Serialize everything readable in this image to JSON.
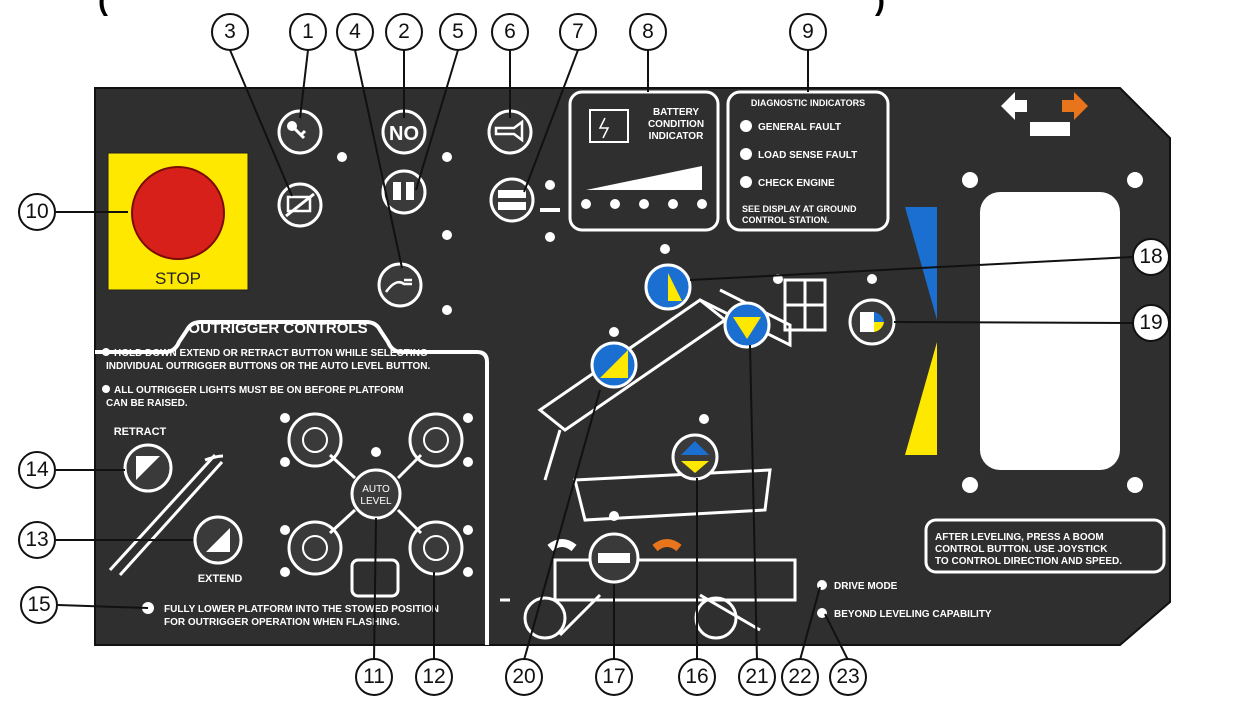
{
  "panel": {
    "title_fragments": {
      "left": "(",
      "right": ")"
    },
    "battery": {
      "line1": "BATTERY",
      "line2": "CONDITION",
      "line3": "INDICATOR"
    },
    "diagnostics": {
      "title": "DIAGNOSTIC INDICATORS",
      "items": [
        "GENERAL FAULT",
        "LOAD SENSE FAULT",
        "CHECK ENGINE"
      ],
      "note_line1": "SEE DISPLAY AT GROUND",
      "note_line2": "CONTROL STATION."
    },
    "stop_label": "STOP",
    "outrigger": {
      "title": "OUTRIGGER CONTROLS",
      "note1_line1": "HOLD DOWN EXTEND OR RETRACT BUTTON WHILE SELECTING",
      "note1_line2": "INDIVIDUAL OUTRIGGER BUTTONS OR THE AUTO LEVEL BUTTON.",
      "note2_line1": "ALL OUTRIGGER LIGHTS MUST BE ON BEFORE PLATFORM",
      "note2_line2": "CAN BE RAISED.",
      "retract": "RETRACT",
      "extend": "EXTEND",
      "auto_level_line1": "AUTO",
      "auto_level_line2": "LEVEL",
      "stow_line1": "FULLY LOWER PLATFORM INTO THE STOWED POSITION",
      "stow_line2": "FOR OUTRIGGER OPERATION WHEN FLASHING."
    },
    "after_leveling": {
      "line1": "AFTER LEVELING, PRESS A BOOM",
      "line2": "CONTROL BUTTON. USE JOYSTICK",
      "line3": "TO CONTROL DIRECTION AND SPEED."
    },
    "drive_mode": "DRIVE MODE",
    "beyond_leveling": "BEYOND LEVELING CAPABILITY",
    "colors": {
      "panel": "#2f2f2f",
      "yellow": "#ffe800",
      "blue": "#1a6fd1",
      "orange": "#e8741c",
      "stop_red": "#d8201a",
      "white": "#ffffff"
    }
  },
  "callouts": [
    "1",
    "2",
    "3",
    "4",
    "5",
    "6",
    "7",
    "8",
    "9",
    "10",
    "11",
    "12",
    "13",
    "14",
    "15",
    "16",
    "17",
    "18",
    "19",
    "20",
    "21",
    "22",
    "23"
  ]
}
